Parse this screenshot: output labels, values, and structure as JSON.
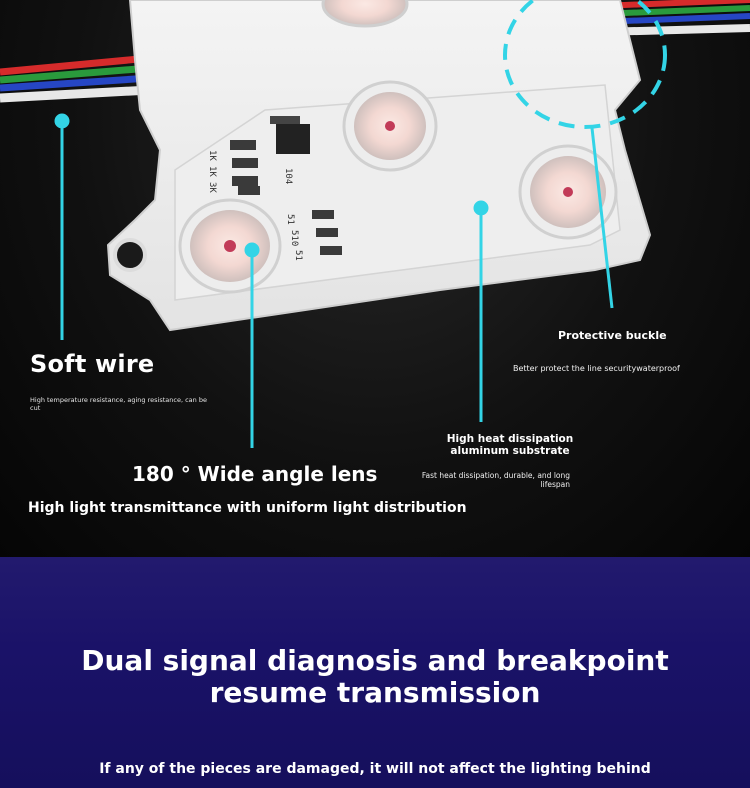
{
  "callouts": {
    "soft_wire": {
      "title": "Soft wire",
      "desc": "High temperature resistance, aging resistance, can be cut"
    },
    "lens": {
      "title": "180 ° Wide angle lens",
      "desc": "High light transmittance with uniform light distribution"
    },
    "buckle": {
      "title": "Protective buckle",
      "desc": "Better protect the line securitywaterproof"
    },
    "heat": {
      "title_line1": "High heat dissipation",
      "title_line2": "aluminum substrate",
      "desc": "Fast heat dissipation, durable, and long lifespan"
    }
  },
  "pcb_labels": {
    "r1": "1K",
    "r2": "1K",
    "r3": "3K",
    "chip": "104",
    "r4": "51",
    "r5": "510",
    "r6": "51"
  },
  "banner": {
    "title_line1": "Dual signal diagnosis and breakpoint",
    "title_line2": "resume transmission",
    "subtitle": "If any of the pieces are damaged, it will not affect the lighting behind"
  },
  "colors": {
    "accent_cyan": "#33d4e6",
    "banner_bg": "#1a1268"
  }
}
